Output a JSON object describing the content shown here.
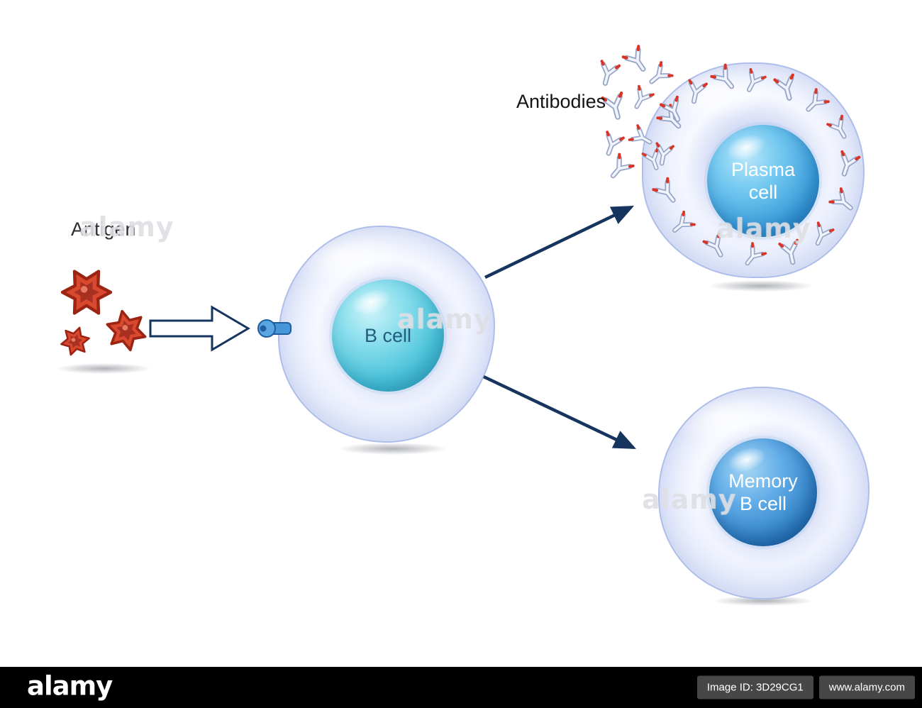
{
  "diagram": {
    "antigen_label": "Antigen",
    "antibodies_label": "Antibodies",
    "b_cell": {
      "label": "B cell"
    },
    "plasma_cell": {
      "line1": "Plasma",
      "line2": "cell"
    },
    "memory_b_cell": {
      "line1": "Memory",
      "line2": "B cell"
    }
  },
  "watermark": {
    "text": "alamy"
  },
  "footer": {
    "logo": "alamy",
    "image_id": "Image ID: 3D29CG1",
    "url": "www.alamy.com"
  },
  "colors": {
    "antigen_red": "#d8492f",
    "arrow_navy": "#16355e",
    "b_cell_nucleus_teal": "#49c2da",
    "plasma_nucleus_blue": "#3a9bd9",
    "memory_nucleus_blue": "#2e7fc2",
    "cell_body": "#edf1fc",
    "footer_background": "#000000"
  }
}
